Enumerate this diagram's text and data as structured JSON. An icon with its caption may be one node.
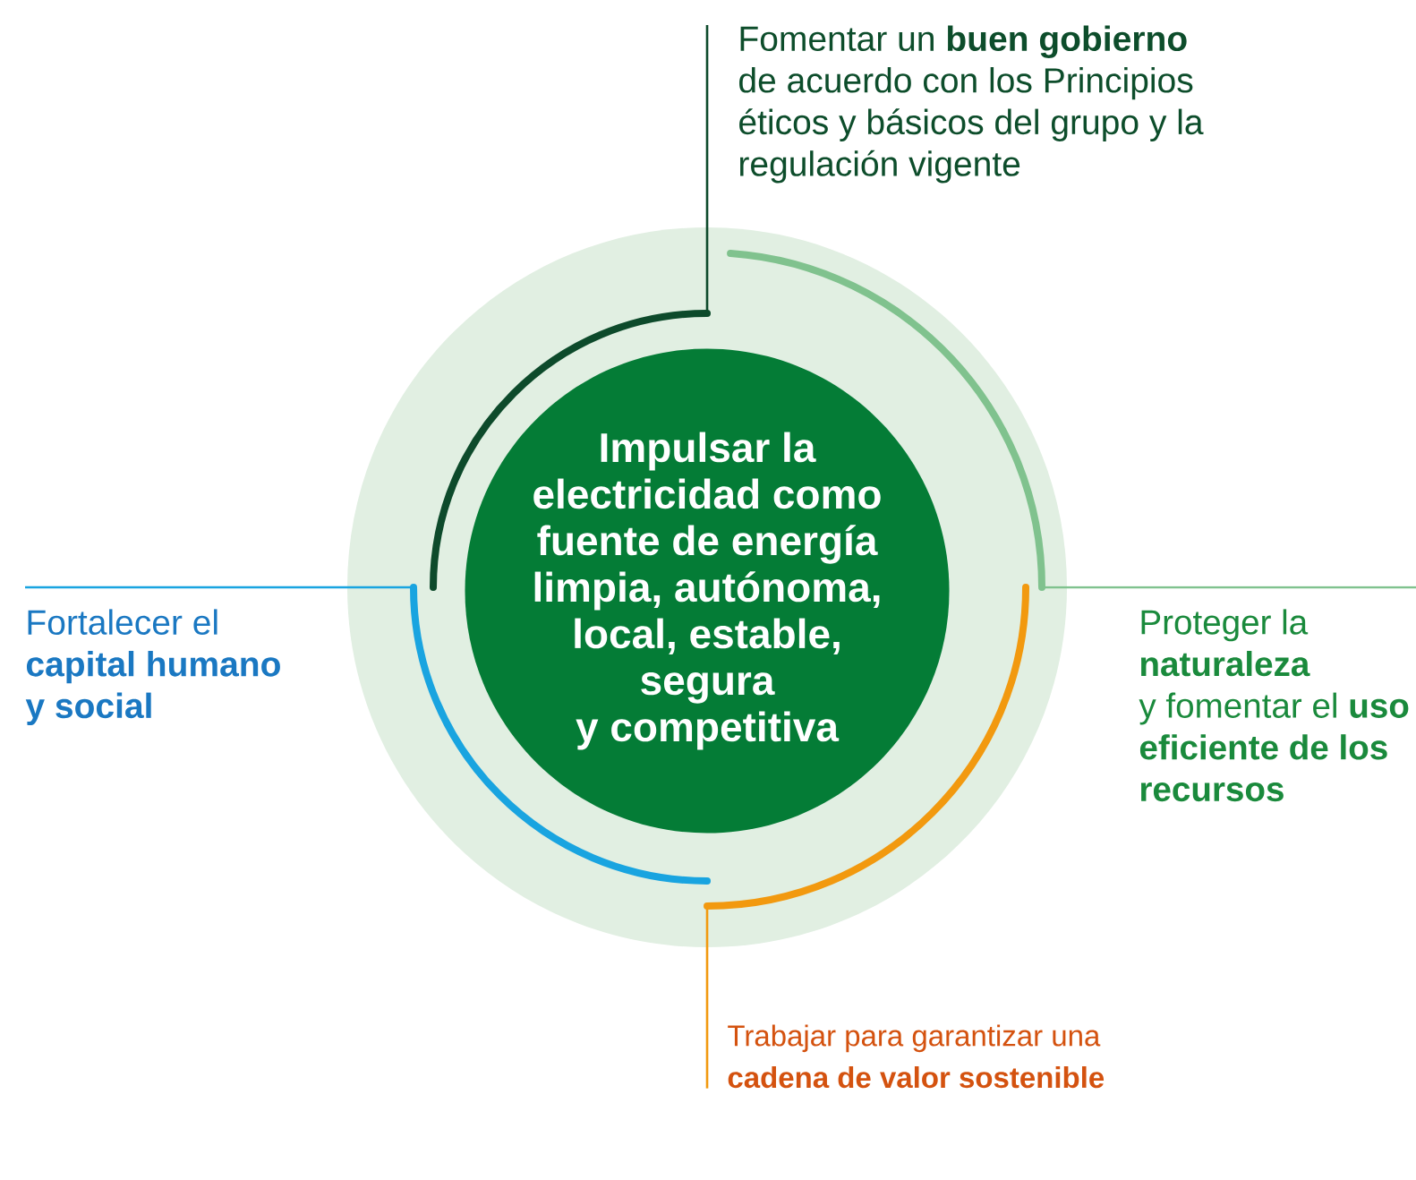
{
  "diagram": {
    "nodes": [
      {
        "text": [],
        "shape": "circle"
      },
      {
        "text": [
          "Impulsar la electricidad como fuente de energía limpia, autónoma, local, estable, segura",
          "y competitiva"
        ],
        "in": 0
      },
      {
        "text": [
          "Fomentar un **buen gobierno** de acuerdo con los Principios éticos y básicos del grupo y la regulación vigente"
        ]
      },
      {
        "text": [
          "Fortalecer el **capital humano y social**"
        ]
      },
      {
        "text": [
          "Proteger la **naturaleza**",
          "y fomentar el **uso eficiente de los recursos**"
        ]
      },
      {
        "text": [
          "Trabajar para garantizar una **cadena de valor sostenible**"
        ]
      }
    ],
    "edges": [
      {
        "from": 2,
        "to": 0,
        "arrow": "none",
        "color": "#0d4a2b"
      },
      {
        "from": 3,
        "to": 0,
        "arrow": "none",
        "color": "#19a4e0"
      },
      {
        "from": 4,
        "to": 0,
        "arrow": "none",
        "color": "#80c28e"
      },
      {
        "from": 5,
        "to": 0,
        "arrow": "none",
        "color": "#f2990f"
      }
    ]
  }
}
